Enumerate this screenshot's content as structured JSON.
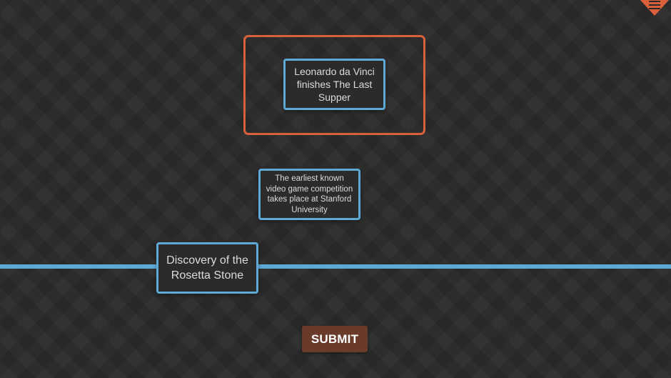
{
  "menu": {
    "icon": "hamburger-menu-icon",
    "color": "#d9603b"
  },
  "drop_zone": {
    "border_color": "#d9603b"
  },
  "cards": {
    "davinci": {
      "lines": [
        "Leonardo da Vinci",
        "finishes The Last",
        "Supper"
      ]
    },
    "videogame": {
      "lines": [
        "The earliest known",
        "video game competition",
        "takes place at Stanford",
        "University"
      ]
    },
    "rosetta": {
      "lines": [
        "Discovery of the",
        "Rosetta Stone"
      ]
    }
  },
  "timeline": {
    "color": "#5eaad6"
  },
  "submit": {
    "label": "SUBMIT",
    "color": "#6a3a2a"
  }
}
